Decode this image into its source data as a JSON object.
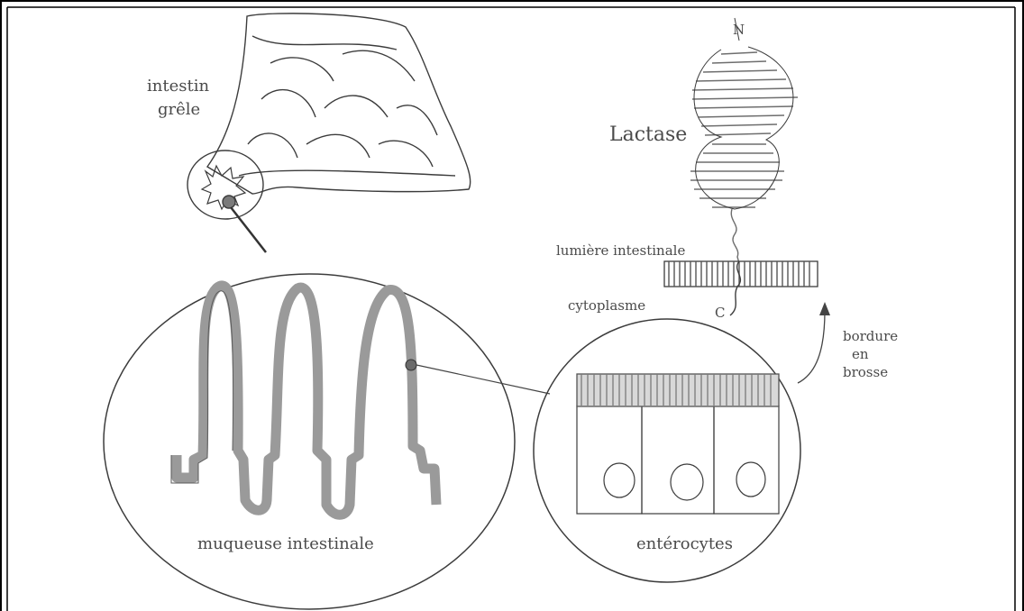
{
  "diagram": {
    "labels": {
      "intestin_line1": "intestin",
      "intestin_line2": "grêle",
      "lactase": "Lactase",
      "n_terminal": "N",
      "c_terminal": "C",
      "lumiere": "lumière intestinale",
      "cytoplasme": "cytoplasme",
      "bordure_line1": "bordure",
      "bordure_line2": "en",
      "bordure_line3": "brosse",
      "muqueuse": "muqueuse intestinale",
      "enterocytes": "entérocytes"
    },
    "colors": {
      "ink": "#3c3c3c",
      "tissue": "#9a9a9a",
      "paper": "#ffffff",
      "frame": "#000000"
    }
  }
}
